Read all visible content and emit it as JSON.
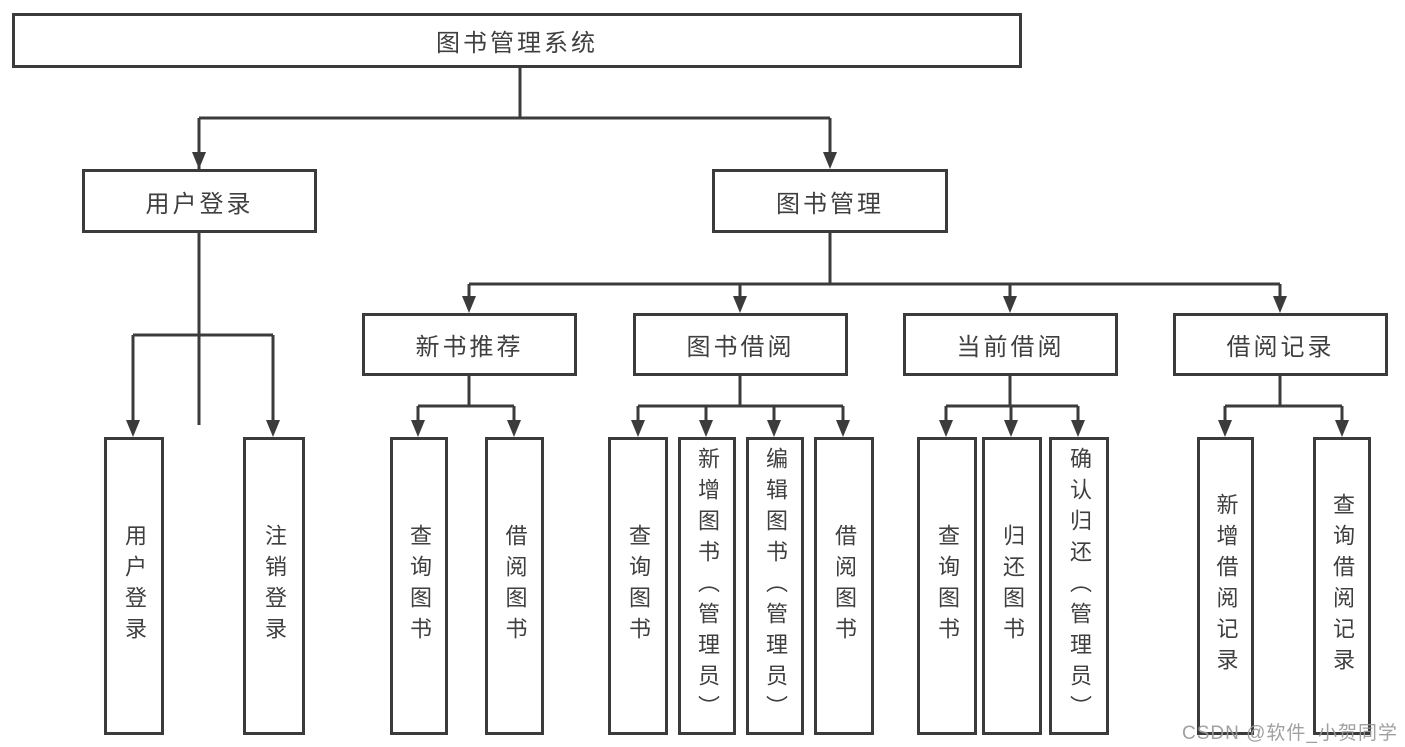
{
  "diagram": {
    "root": "图书管理系统",
    "level2": [
      "用户登录",
      "图书管理"
    ],
    "level3": [
      "新书推荐",
      "图书借阅",
      "当前借阅",
      "借阅记录"
    ],
    "leaves": {
      "user_login": [
        "用户登录",
        "注销登录"
      ],
      "new_book_recommend": [
        "查询图书",
        "借阅图书"
      ],
      "book_borrow": [
        "查询图书",
        "新增图书（管理员）",
        "编辑图书（管理员）",
        "借阅图书"
      ],
      "current_borrow": [
        "查询图书",
        "归还图书",
        "确认归还（管理员）"
      ],
      "borrow_record": [
        "新增借阅记录",
        "查询借阅记录"
      ]
    }
  },
  "watermark": "CSDN @软件_小贺同学",
  "colors": {
    "line": "#3b3b3b",
    "text": "#3f3f3f",
    "background": "#ffffff",
    "watermark": "#999999"
  }
}
